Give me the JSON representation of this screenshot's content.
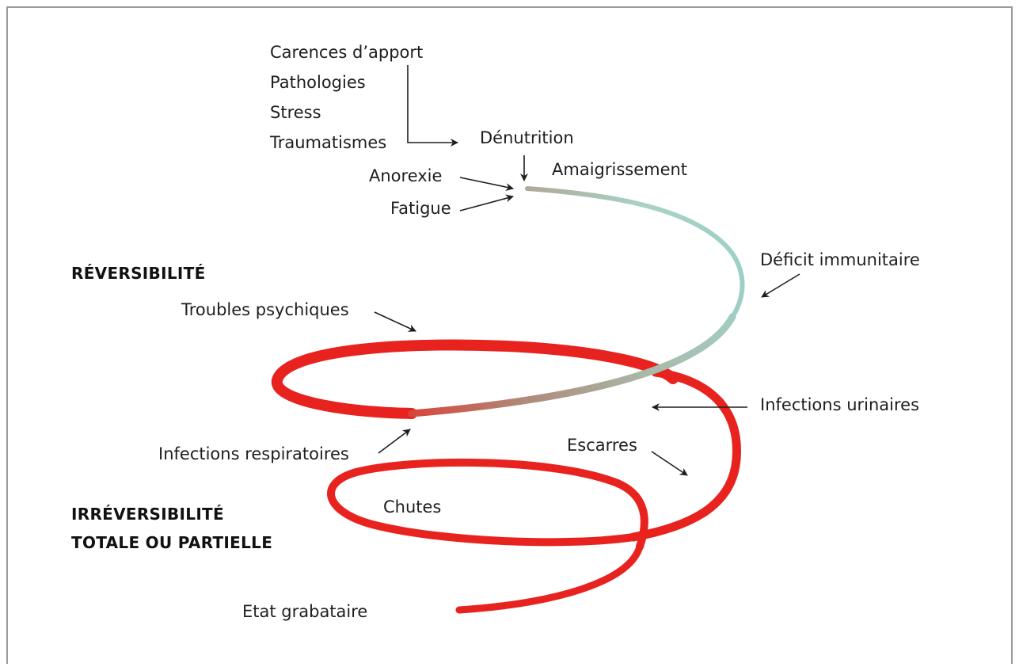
{
  "causes": [
    "Carences d’apport",
    "Pathologies",
    "Stress",
    "Traumatismes"
  ],
  "labels": {
    "denutrition": "Dénutrition",
    "anorexie": "Anorexie",
    "fatigue": "Fatigue",
    "amaigrissement": "Amaigrissement",
    "deficit_immunitaire": "Déficit immunitaire",
    "troubles_psychiques": "Troubles psychiques",
    "infections_urinaires": "Infections urinaires",
    "infections_respiratoires": "Infections respiratoires",
    "escarres": "Escarres",
    "chutes": "Chutes",
    "etat_grabataire": "Etat grabataire"
  },
  "zones": {
    "reversibilite": "RÉVERSIBILITÉ",
    "irreversibilite_line1": "IRRÉVERSIBILITÉ",
    "irreversibilite_line2": "TOTALE OU PARTIELLE"
  },
  "colors": {
    "spiral_red": "#e8231f",
    "spiral_teal": "#a8d8d0",
    "spiral_grey": "#b0b0a8",
    "text": "#1e1e1e",
    "frame": "#9a9a9a"
  }
}
